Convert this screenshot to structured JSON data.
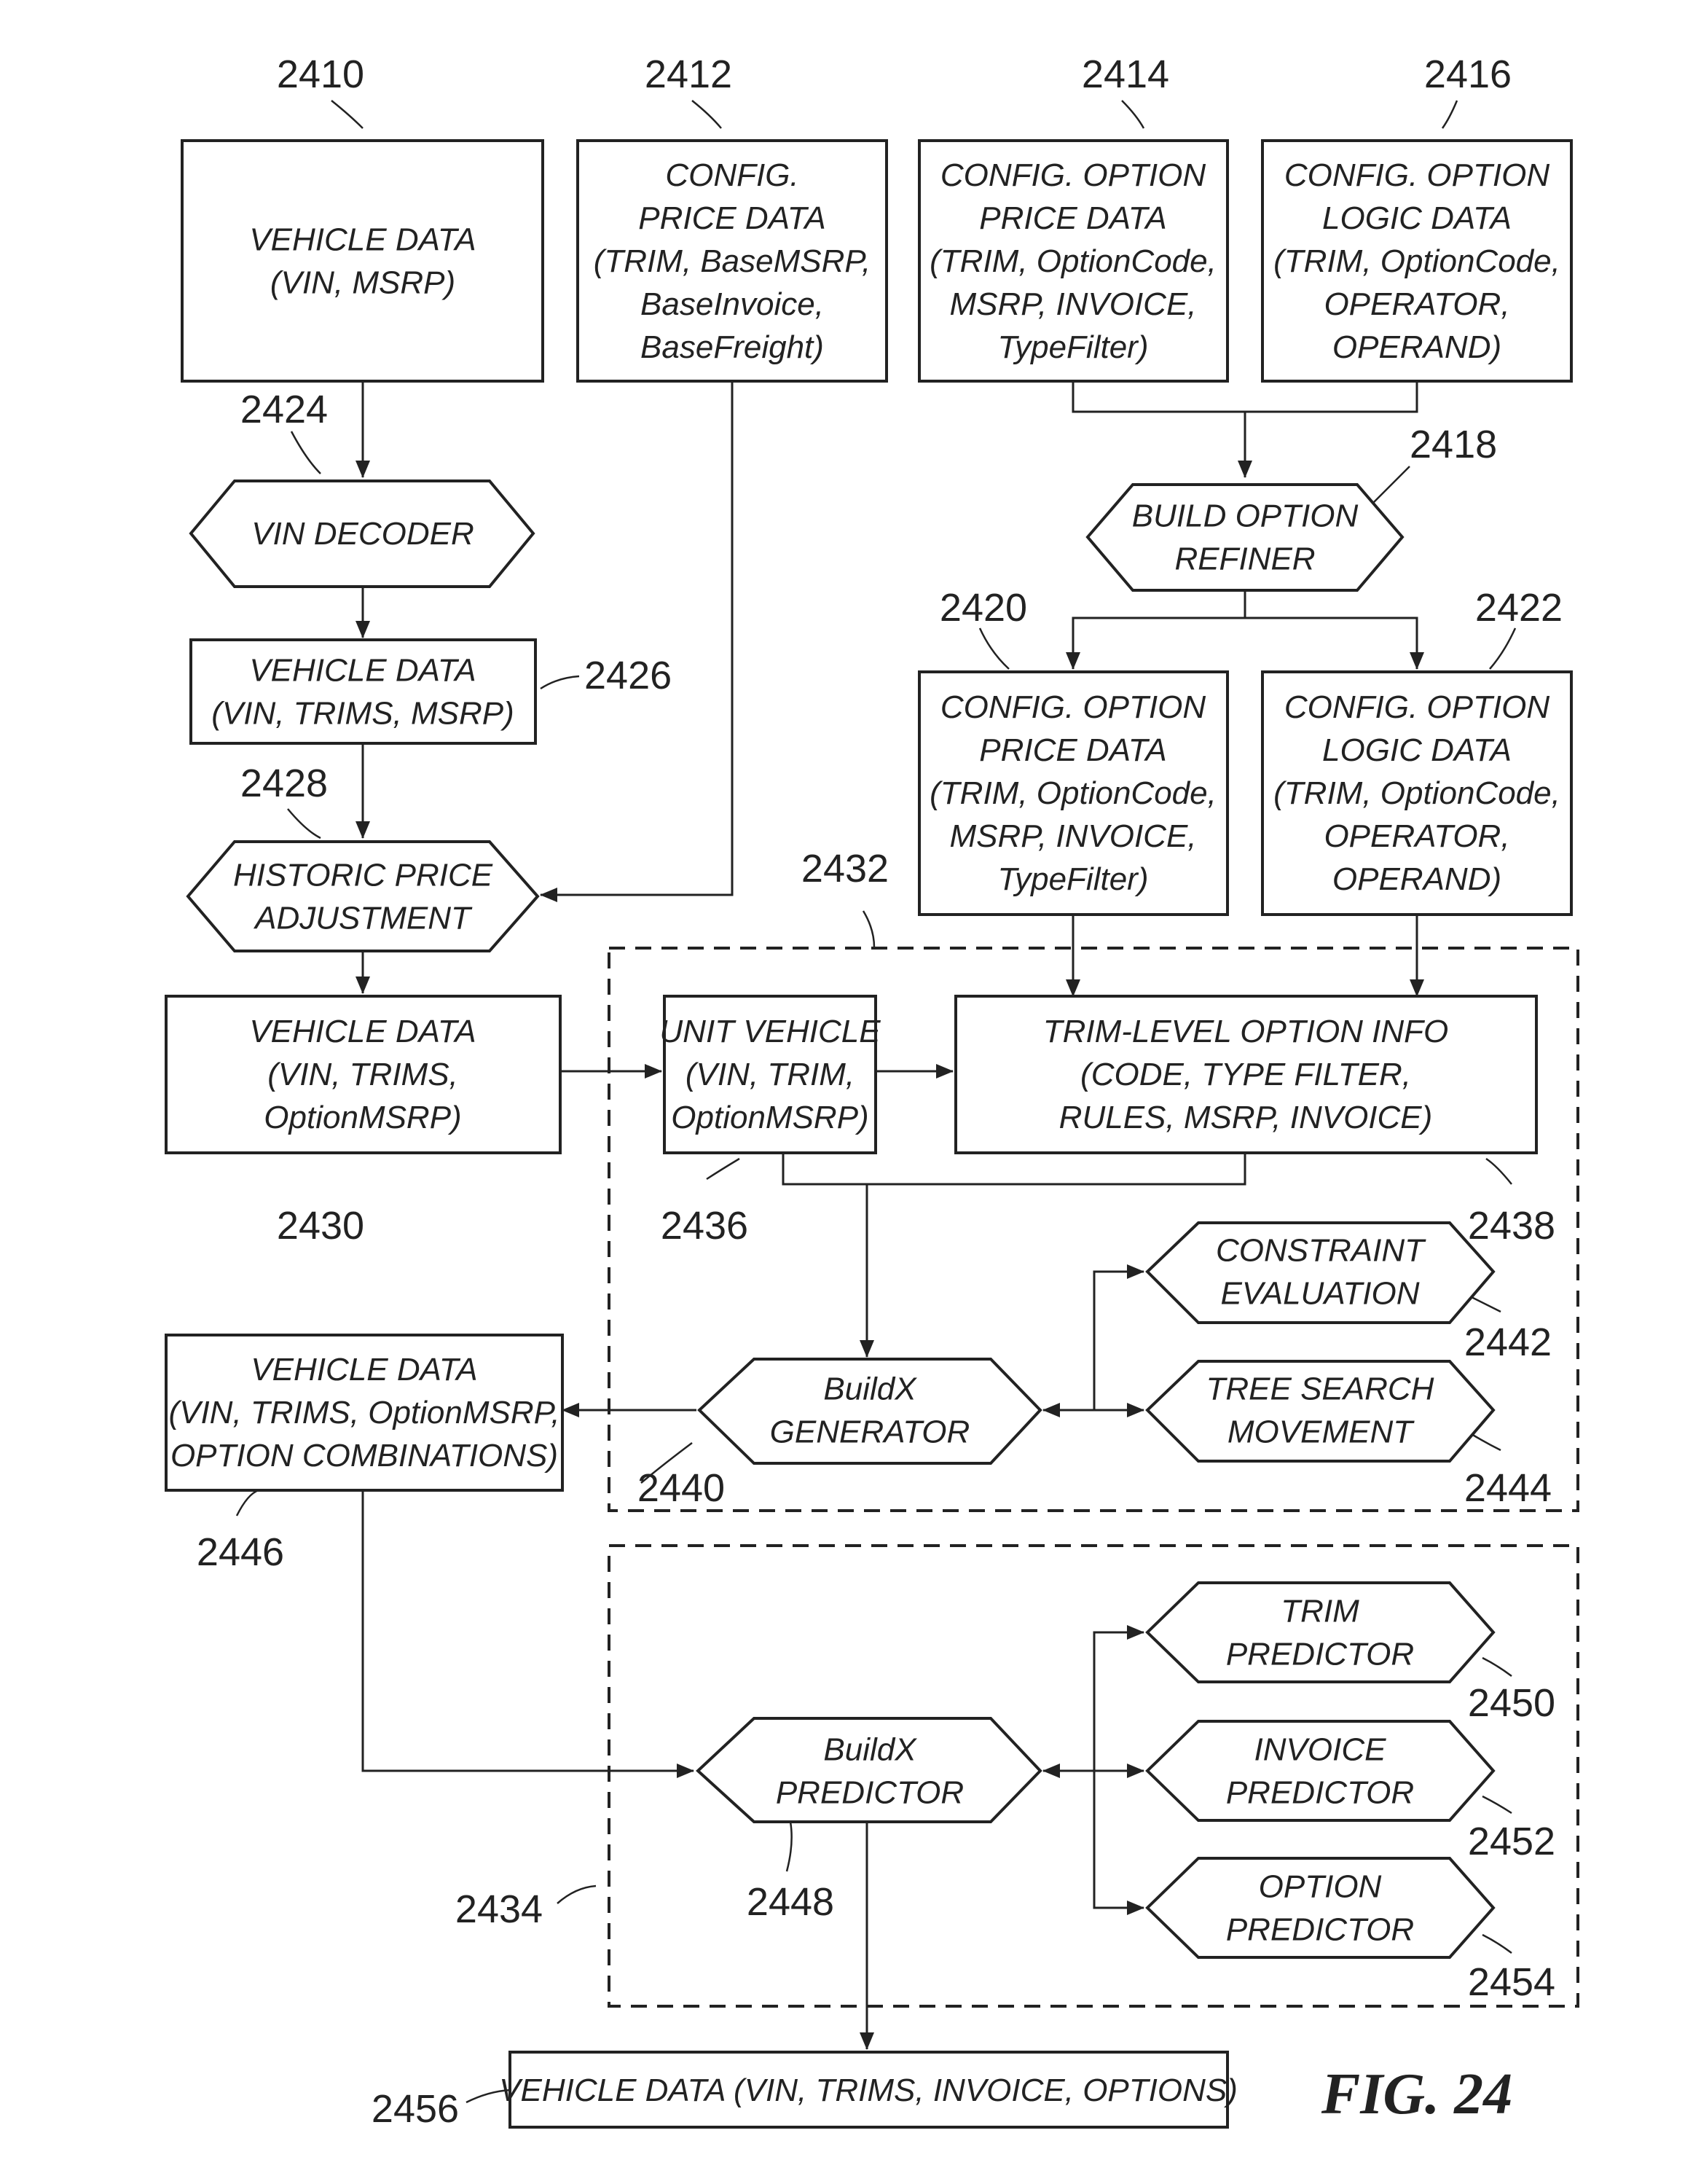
{
  "figure_label": "FIG. 24",
  "boxes": {
    "b2410": [
      "VEHICLE DATA",
      "(VIN, MSRP)"
    ],
    "b2412": [
      "CONFIG.",
      "PRICE DATA",
      "(TRIM, BaseMSRP,",
      "BaseInvoice,",
      "BaseFreight)"
    ],
    "b2414": [
      "CONFIG. OPTION",
      "PRICE DATA",
      "(TRIM, OptionCode,",
      "MSRP, INVOICE,",
      "TypeFilter)"
    ],
    "b2416": [
      "CONFIG. OPTION",
      "LOGIC DATA",
      "(TRIM, OptionCode,",
      "OPERATOR,",
      "OPERAND)"
    ],
    "b2418": [
      "BUILD OPTION",
      "REFINER"
    ],
    "b2420": [
      "CONFIG. OPTION",
      "PRICE DATA",
      "(TRIM, OptionCode,",
      "MSRP, INVOICE,",
      "TypeFilter)"
    ],
    "b2422": [
      "CONFIG. OPTION",
      "LOGIC DATA",
      "(TRIM, OptionCode,",
      "OPERATOR,",
      "OPERAND)"
    ],
    "b2424": [
      "VIN DECODER"
    ],
    "b2426": [
      "VEHICLE DATA",
      "(VIN, TRIMS, MSRP)"
    ],
    "b2428": [
      "HISTORIC PRICE",
      "ADJUSTMENT"
    ],
    "b2430": [
      "VEHICLE DATA",
      "(VIN, TRIMS,",
      "OptionMSRP)"
    ],
    "b2436": [
      "UNIT VEHICLE",
      "(VIN, TRIM,",
      "OptionMSRP)"
    ],
    "b2438": [
      "TRIM-LEVEL OPTION INFO",
      "(CODE, TYPE FILTER,",
      "RULES, MSRP, INVOICE)"
    ],
    "b2440": [
      "BuildX",
      "GENERATOR"
    ],
    "b2442": [
      "CONSTRAINT",
      "EVALUATION"
    ],
    "b2444": [
      "TREE SEARCH",
      "MOVEMENT"
    ],
    "b2446": [
      "VEHICLE DATA",
      "(VIN, TRIMS, OptionMSRP,",
      "OPTION COMBINATIONS)"
    ],
    "b2448": [
      "BuildX",
      "PREDICTOR"
    ],
    "b2450": [
      "TRIM",
      "PREDICTOR"
    ],
    "b2452": [
      "INVOICE",
      "PREDICTOR"
    ],
    "b2454": [
      "OPTION",
      "PREDICTOR"
    ],
    "b2456": [
      "VEHICLE DATA (VIN, TRIMS, INVOICE, OPTIONS)"
    ]
  },
  "refs": {
    "r2410": "2410",
    "r2412": "2412",
    "r2414": "2414",
    "r2416": "2416",
    "r2418": "2418",
    "r2420": "2420",
    "r2422": "2422",
    "r2424": "2424",
    "r2426": "2426",
    "r2428": "2428",
    "r2430": "2430",
    "r2432": "2432",
    "r2434": "2434",
    "r2436": "2436",
    "r2438": "2438",
    "r2440": "2440",
    "r2442": "2442",
    "r2444": "2444",
    "r2446": "2446",
    "r2448": "2448",
    "r2450": "2450",
    "r2452": "2452",
    "r2454": "2454",
    "r2456": "2456"
  }
}
